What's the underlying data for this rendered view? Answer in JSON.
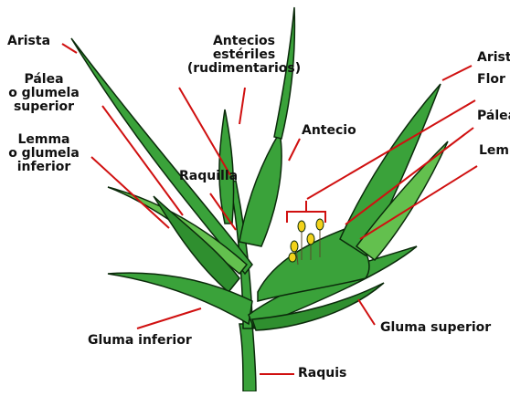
{
  "colors": {
    "leaf": "#3aa23a",
    "leaf_light": "#63c04e",
    "outline": "#0b2a0b",
    "leader": "#d01010",
    "anther": "#f2d21a",
    "background": "#ffffff"
  },
  "labels": {
    "arista_left": "Arista",
    "palea_left": "Pálea\no glumela\nsuperior",
    "lemma_left": "Lemma\no glumela\ninferior",
    "antecios_esteriles": "Antecios\nestériles\n(rudimentarios)",
    "antecio": "Antecio",
    "raquilla": "Raquilla",
    "gluma_inferior": "Gluma inferior",
    "gluma_superior": "Gluma superior",
    "raquis": "Raquis",
    "arista_right": "Arista",
    "flor_right": "Flor",
    "palea_right": "Pálea",
    "lemma_right": "Lemma"
  }
}
